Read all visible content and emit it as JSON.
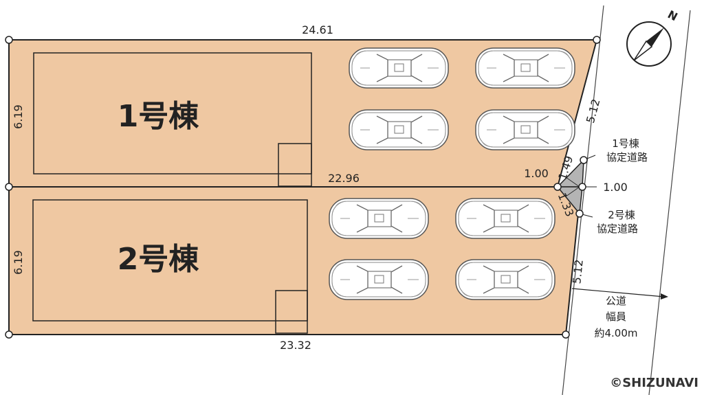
{
  "buildings": {
    "b1_label": "1号棟",
    "b2_label": "2号棟"
  },
  "dimensions": {
    "top": "24.61",
    "middle": "22.96",
    "bottom": "23.32",
    "left_upper": "6.19",
    "left_lower": "6.19",
    "right_upper": "5.12",
    "right_lower": "5.12",
    "tri_left": "1.00",
    "tri_upper": "1.49",
    "tri_lower": "1.33",
    "tri_right": "1.00"
  },
  "road_labels": {
    "b1_road_line1": "1号棟",
    "b1_road_line2": "協定道路",
    "b2_road_line1": "2号棟",
    "b2_road_line2": "協定道路"
  },
  "public_road": {
    "line1": "公道",
    "line2": "幅員",
    "line3": "約4.00m"
  },
  "compass": {
    "north": "N"
  },
  "copyright": "©SHIZUNAVI",
  "colors": {
    "lot_fill": "#efc8a2",
    "line": "#222222",
    "triangle": "#b4b4b4"
  }
}
